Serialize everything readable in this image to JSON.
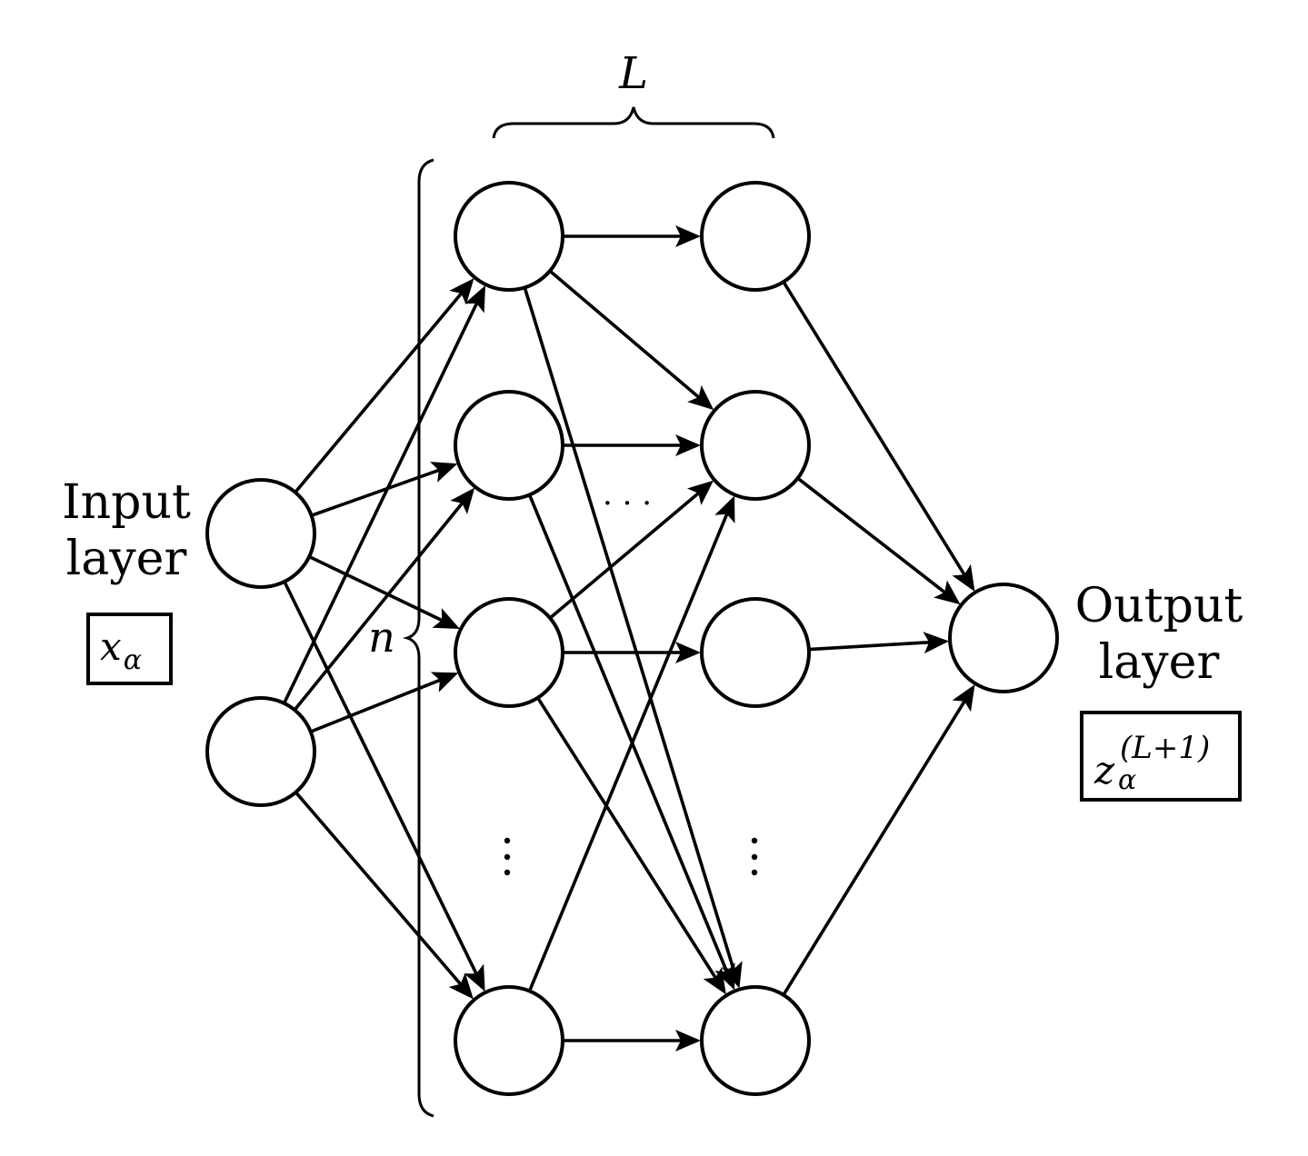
{
  "diagram": {
    "title": "Fully-connected deep neural network",
    "input_label": [
      "Input",
      "layer"
    ],
    "input_symbol": {
      "base": "x",
      "sub": "α"
    },
    "output_label": [
      "Output",
      "layer"
    ],
    "output_symbol": {
      "base": "z",
      "sub": "α",
      "sup": "(L+1)"
    },
    "depth_label": "L",
    "width_label": "n",
    "horizontal_ellipsis": "· · ·",
    "vertical_ellipsis": "⋮",
    "layers": [
      {
        "id": "input",
        "nodes": 2
      },
      {
        "id": "hidden-1",
        "nodes": 4,
        "ellipsis_after_node": 2
      },
      {
        "id": "hidden-2",
        "nodes": 4,
        "ellipsis_after_node": 2
      },
      {
        "id": "output",
        "nodes": 1
      }
    ],
    "edges": [
      [
        "input.0",
        "hidden-1.0"
      ],
      [
        "input.0",
        "hidden-1.1"
      ],
      [
        "input.0",
        "hidden-1.2"
      ],
      [
        "input.0",
        "hidden-1.3"
      ],
      [
        "input.1",
        "hidden-1.0"
      ],
      [
        "input.1",
        "hidden-1.1"
      ],
      [
        "input.1",
        "hidden-1.2"
      ],
      [
        "input.1",
        "hidden-1.3"
      ],
      [
        "hidden-1.0",
        "hidden-2.0"
      ],
      [
        "hidden-1.0",
        "hidden-2.1"
      ],
      [
        "hidden-1.0",
        "hidden-2.3"
      ],
      [
        "hidden-1.1",
        "hidden-2.1"
      ],
      [
        "hidden-1.1",
        "hidden-2.3"
      ],
      [
        "hidden-1.2",
        "hidden-2.1"
      ],
      [
        "hidden-1.2",
        "hidden-2.2"
      ],
      [
        "hidden-1.2",
        "hidden-2.3"
      ],
      [
        "hidden-1.3",
        "hidden-2.1"
      ],
      [
        "hidden-1.3",
        "hidden-2.3"
      ],
      [
        "hidden-2.0",
        "output.0"
      ],
      [
        "hidden-2.1",
        "output.0"
      ],
      [
        "hidden-2.2",
        "output.0"
      ],
      [
        "hidden-2.3",
        "output.0"
      ]
    ]
  }
}
